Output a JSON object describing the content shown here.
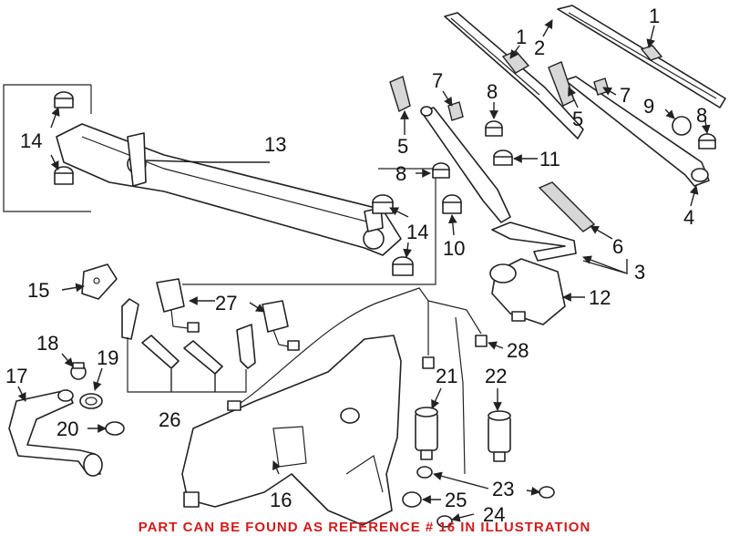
{
  "colors": {
    "note": "#d11b1b",
    "line": "#222222"
  },
  "footer_note": "PART CAN BE FOUND AS REFERENCE # 16 IN ILLUSTRATION",
  "callouts": {
    "c1a": "1",
    "c1b": "1",
    "c2": "2",
    "c3": "3",
    "c4": "4",
    "c5a": "5",
    "c5b": "5",
    "c6": "6",
    "c7a": "7",
    "c7b": "7",
    "c8a": "8",
    "c8b": "8",
    "c8c": "8",
    "c9": "9",
    "c10": "10",
    "c11": "11",
    "c12": "12",
    "c13": "13",
    "c14a": "14",
    "c14b": "14",
    "c15": "15",
    "c16": "16",
    "c17": "17",
    "c18": "18",
    "c19": "19",
    "c20": "20",
    "c21": "21",
    "c22": "22",
    "c23": "23",
    "c24": "24",
    "c25": "25",
    "c26": "26",
    "c27": "27",
    "c28": "28"
  }
}
